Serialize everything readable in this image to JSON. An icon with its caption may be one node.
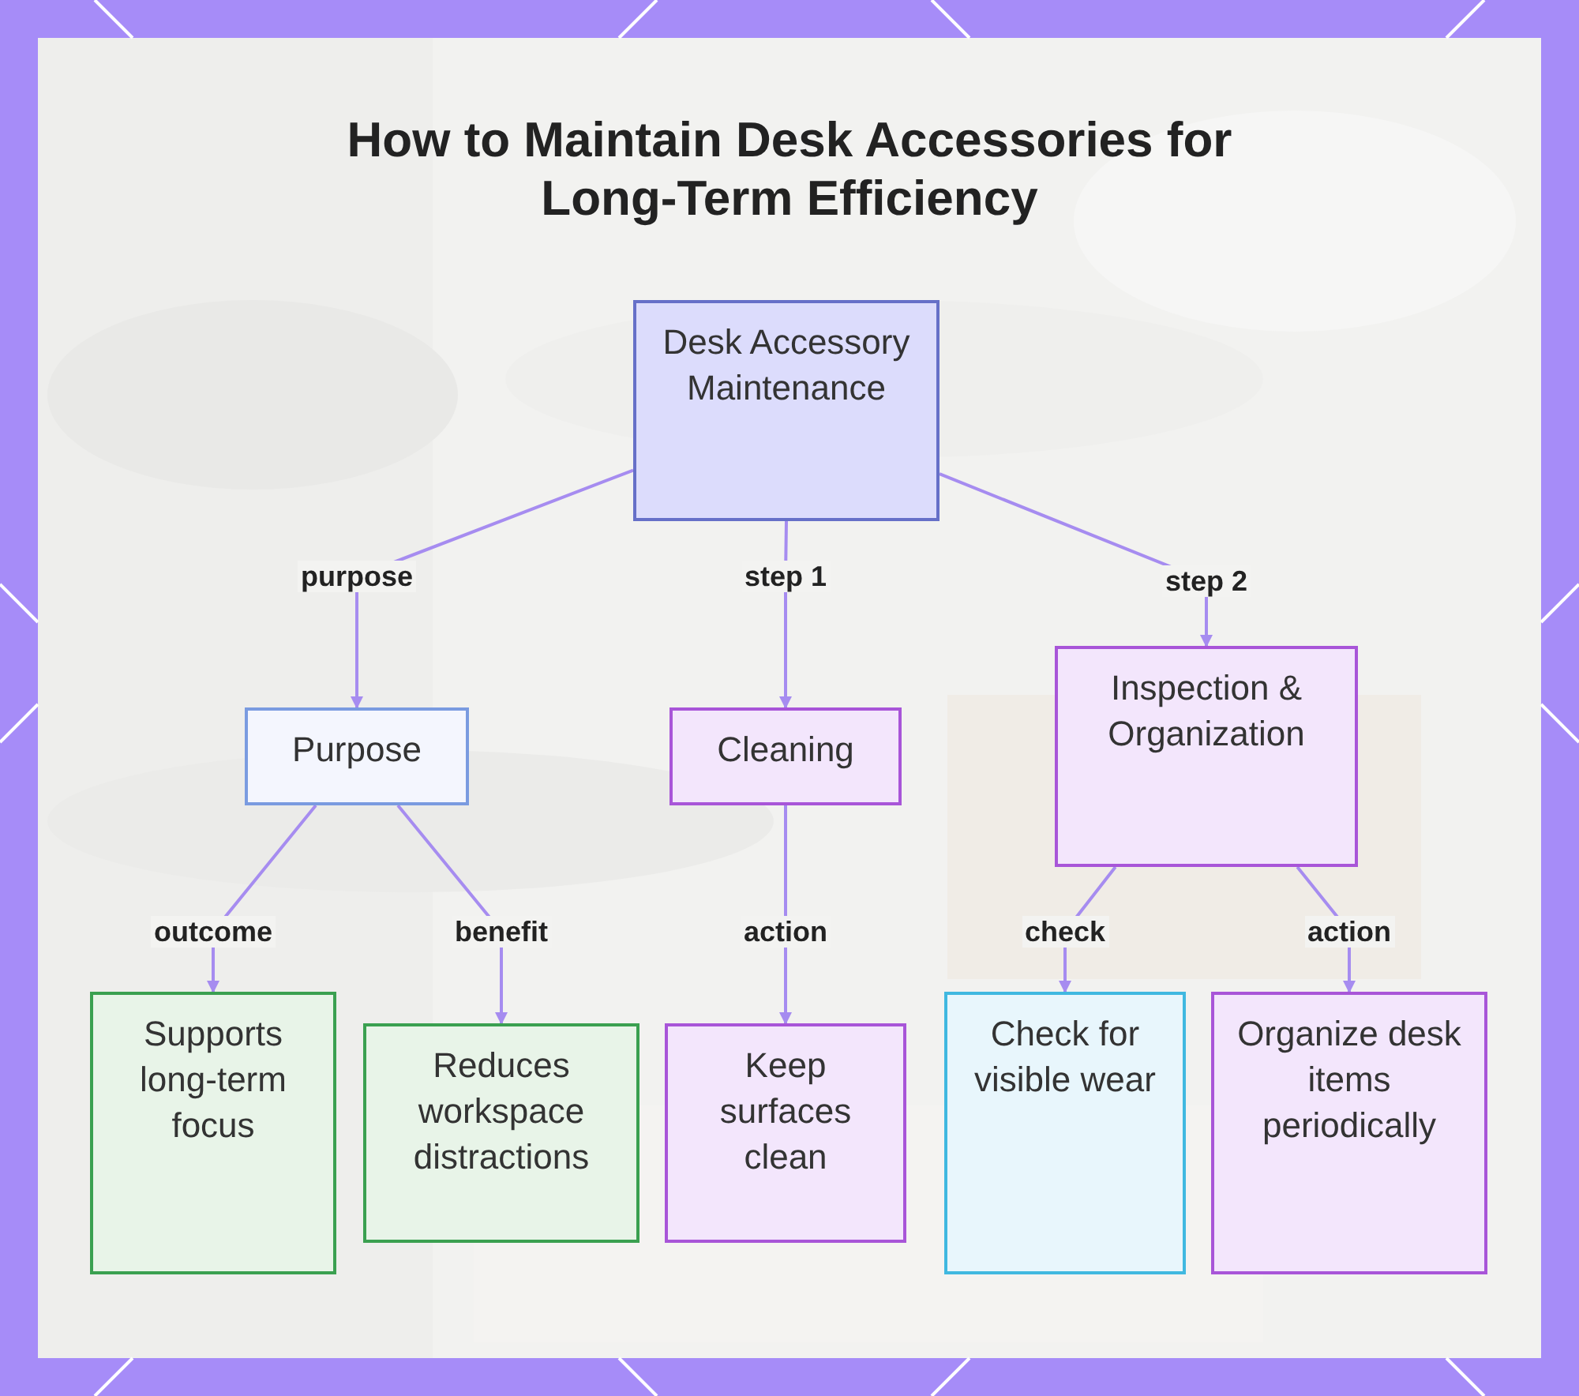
{
  "diagram": {
    "title": "How to Maintain Desk Accessories for Long-Term Efficiency",
    "nodes": [
      {
        "text": [
          "Desk Accessory Maintenance"
        ]
      },
      {
        "text": [
          "Purpose"
        ]
      },
      {
        "text": [
          "Cleaning"
        ]
      },
      {
        "text": [
          "Inspection & Organization"
        ]
      },
      {
        "text": [
          "Supports long-term focus"
        ]
      },
      {
        "text": [
          "Reduces workspace distractions"
        ]
      },
      {
        "text": [
          "Keep surfaces clean"
        ]
      },
      {
        "text": [
          "Check for visible wear"
        ]
      },
      {
        "text": [
          "Organize desk items periodically"
        ]
      }
    ],
    "edges": [
      {
        "from": 0,
        "to": 1,
        "arrow": "to",
        "label": "purpose"
      },
      {
        "from": 0,
        "to": 2,
        "arrow": "to",
        "label": "step 1"
      },
      {
        "from": 0,
        "to": 3,
        "arrow": "to",
        "label": "step 2"
      },
      {
        "from": 1,
        "to": 4,
        "arrow": "to",
        "label": "outcome"
      },
      {
        "from": 1,
        "to": 5,
        "arrow": "to",
        "label": "benefit"
      },
      {
        "from": 2,
        "to": 6,
        "arrow": "to",
        "label": "action"
      },
      {
        "from": 3,
        "to": 7,
        "arrow": "to",
        "label": "check"
      },
      {
        "from": 3,
        "to": 8,
        "arrow": "to",
        "label": "action"
      }
    ]
  }
}
